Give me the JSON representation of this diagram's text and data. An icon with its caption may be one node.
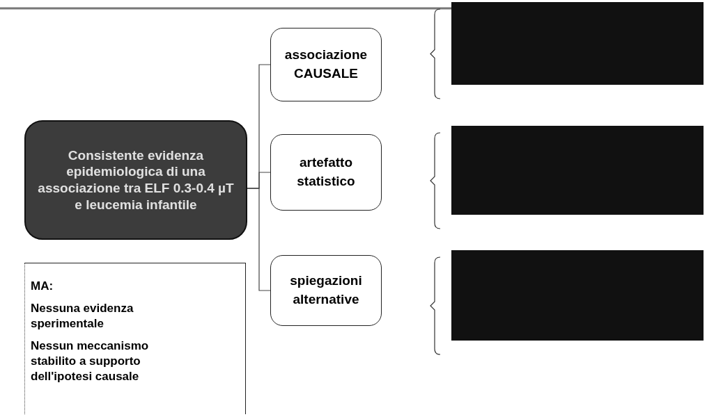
{
  "diagram": {
    "nodes": [
      {
        "text": [
          "Consistente evidenza epidemiologica di una associazione tra ELF 0.3-0.4 µT e leucemia infantile"
        ]
      },
      {
        "text": [
          "associazione CAUSALE"
        ]
      },
      {
        "text": [
          "artefatto statistico"
        ]
      },
      {
        "text": [
          "spiegazioni alternative"
        ]
      },
      {
        "text": [],
        "shape": "box"
      },
      {
        "text": [],
        "shape": "box"
      },
      {
        "text": [],
        "shape": "box"
      },
      {
        "text": [
          "MA:",
          "Nessuna evidenza sperimentale",
          "Nessun meccanismo stabilito a supporto dell'ipotesi causale"
        ]
      }
    ],
    "edges": [
      {
        "from": 0,
        "to": 1,
        "arrow": "none"
      },
      {
        "from": 0,
        "to": 2,
        "arrow": "none"
      },
      {
        "from": 0,
        "to": 3,
        "arrow": "none"
      }
    ]
  }
}
